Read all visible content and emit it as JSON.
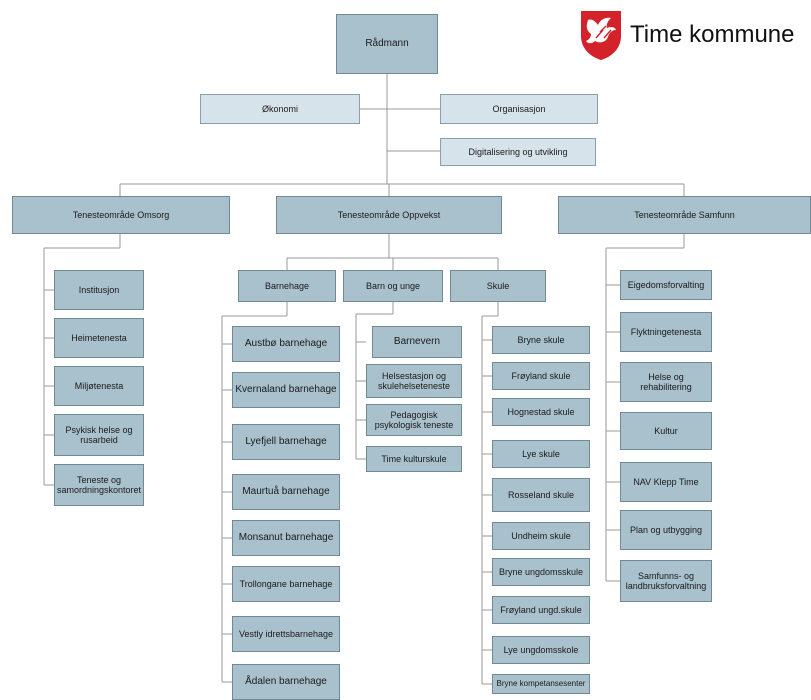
{
  "logo": {
    "name": "Time kommune",
    "shield_color": "#d3222a"
  },
  "colors": {
    "box_fill": "#a9c1cc",
    "box_light_fill": "#d6e3ea",
    "line": "#9a9a9a"
  },
  "org": {
    "top": "Rådmann",
    "staff": {
      "economy": "Økonomi",
      "organisation": "Organisasjon",
      "digital": "Digitalisering og utvikling"
    },
    "areas": {
      "omsorg": {
        "title": "Tenesteområde Omsorg",
        "units": [
          "Institusjon",
          "Heimetenesta",
          "Miljøtenesta",
          "Psykisk helse og rusarbeid",
          "Teneste og samordningskontoret"
        ]
      },
      "oppvekst": {
        "title": "Tenesteområde Oppvekst",
        "barnehage": {
          "title": "Barnehage",
          "units": [
            "Austbø barnehage",
            "Kvernaland barnehage",
            "Lyefjell barnehage",
            "Maurtuå barnehage",
            "Monsanut barnehage",
            "Trollongane barnehage",
            "Vestly idrettsbarnehage",
            "Ådalen barnehage"
          ]
        },
        "barn_og_unge": {
          "title": "Barn og unge",
          "units": [
            "Barnevern",
            "Helsestasjon og skulehelseteneste",
            "Pedagogisk psykologisk teneste",
            "Time kulturskule"
          ]
        },
        "skule": {
          "title": "Skule",
          "units": [
            "Bryne skule",
            "Frøyland skule",
            "Hognestad skule",
            "Lye skule",
            "Rosseland skule",
            "Undheim skule",
            "Bryne ungdomsskule",
            "Frøyland ungd.skule",
            "Lye ungdomsskole",
            "Bryne kompetansesenter"
          ]
        }
      },
      "samfunn": {
        "title": "Tenesteområde Samfunn",
        "units": [
          "Eigedomsforvalting",
          "Flyktningetenesta",
          "Helse og rehabilitering",
          "Kultur",
          "NAV Klepp Time",
          "Plan og utbygging",
          "Samfunns- og landbruksforvaltning"
        ]
      }
    }
  }
}
